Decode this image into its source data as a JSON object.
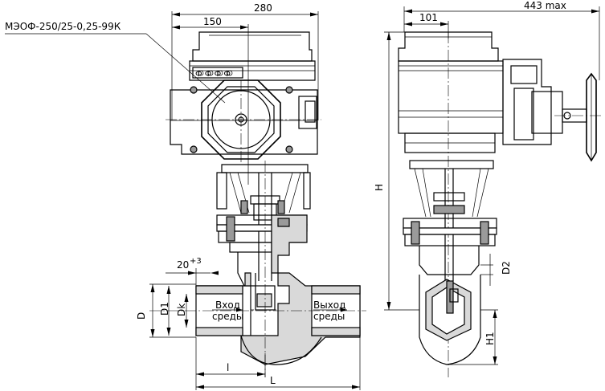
{
  "title": "МЭОФ-250/25-0,25-99К",
  "dimensions": {
    "width_280": "280",
    "width_150": "150",
    "width_101": "101",
    "width_443": "443 max",
    "height_H": "H",
    "d2": "D2",
    "h1": "H1",
    "tolerance": "20",
    "tolerance_sup": "+3",
    "D": "D",
    "D1": "D1",
    "Dk": "Dk",
    "l": "l",
    "L": "L"
  },
  "flow": {
    "inlet_line1": "Вход",
    "inlet_line2": "среды",
    "outlet_line1": "Выход",
    "outlet_line2": "среды"
  },
  "nameplate": "Ф Ф Ф Ф"
}
